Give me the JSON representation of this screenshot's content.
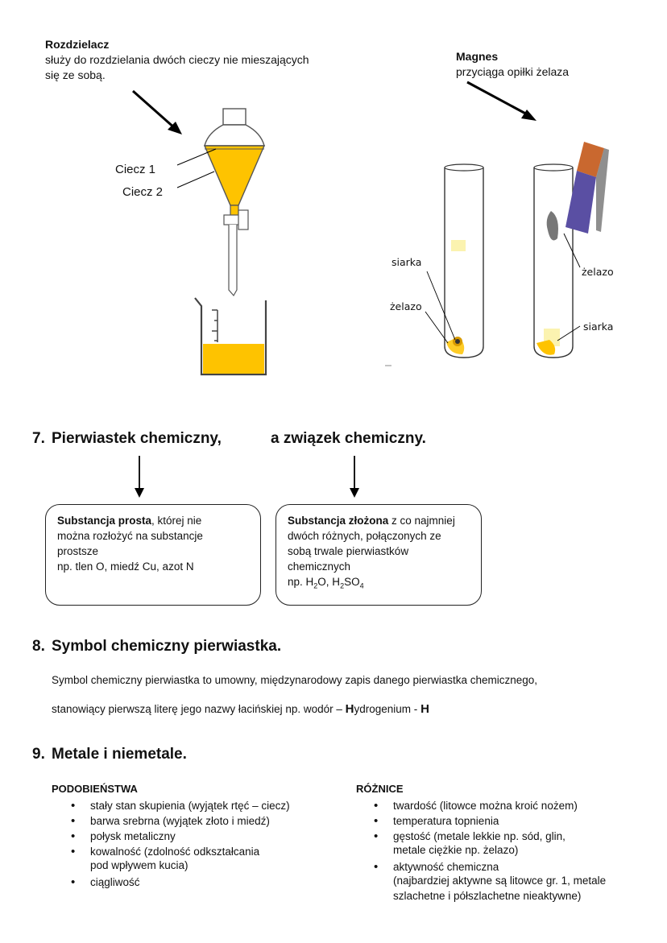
{
  "separator": {
    "title": "Rozdzielacz",
    "desc_line1": "służy do rozdzielania dwóch cieczy nie mieszających",
    "desc_line2": "się ze sobą.",
    "label1": "Ciecz 1",
    "label2": "Ciecz 2"
  },
  "magnet": {
    "title": "Magnes",
    "desc": "przyciąga opiłki żelaza",
    "tube1_label1": "siarka",
    "tube1_label2": "żelazo",
    "tube2_label1": "żelazo",
    "tube2_label2": "siarka"
  },
  "colors": {
    "liquid": "#fec300",
    "magnet_top": "#c9682f",
    "magnet_bottom": "#5a4fa3"
  },
  "section7": {
    "heading_num": "7.",
    "heading_left": "Pierwiastek chemiczny,",
    "heading_right": "a związek chemiczny.",
    "box_left": {
      "bold": "Substancja prosta",
      "line1_rest": ", której nie",
      "line2": "można rozłożyć na substancje",
      "line3": "prostsze",
      "line4": "np.  tlen O, miedź Cu, azot N"
    },
    "box_right": {
      "bold": "Substancja złożona",
      "line1_rest": " z co najmniej",
      "line2": "dwóch różnych, połączonych ze",
      "line3": "sobą trwale pierwiastków",
      "line4": "chemicznych",
      "line5_prefix": "np. H",
      "h2o_sub": "2",
      "h2o_rest": "O, H",
      "h2so4_sub1": "2",
      "h2so4_mid": "SO",
      "h2so4_sub2": "4"
    }
  },
  "section8": {
    "heading_num": "8.",
    "heading": "Symbol chemiczny pierwiastka.",
    "line1": "Symbol chemiczny pierwiastka to umowny, międzynarodowy zapis danego pierwiastka chemicznego,",
    "line2_a": "stanowiący pierwszą literę jego nazwy łacińskiej np. wodór – ",
    "line2_bold_h": "H",
    "line2_b": "ydrogenium - ",
    "line2_bold_end": "H"
  },
  "section9": {
    "heading_num": "9.",
    "heading": "Metale i niemetale.",
    "similarities_title": "PODOBIEŃSTWA",
    "similarities": [
      "stały stan skupienia (wyjątek rtęć – ciecz)",
      "barwa srebrna (wyjątek złoto i miedź)",
      "połysk metaliczny",
      "kowalność (zdolność odkształcania",
      "ciągliwość"
    ],
    "similarities_cont": "pod wpływem kucia)",
    "differences_title": "RÓŻNICE",
    "differences": [
      "twardość (litowce można kroić nożem)",
      "temperatura topnienia",
      "gęstość (metale lekkie np. sód, glin,",
      "aktywność chemiczna"
    ],
    "differences_cont1": "metale ciężkie np. żelazo)",
    "differences_cont2": "(najbardziej aktywne są litowce gr. 1, metale",
    "differences_cont3": "szlachetne i półszlachetne nieaktywne)"
  }
}
